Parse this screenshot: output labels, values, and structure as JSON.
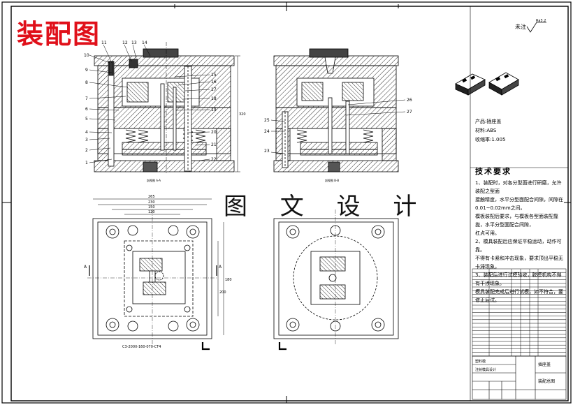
{
  "sheet_title": "装配图",
  "center_title": "图 文 设 计",
  "finish_label": "未注",
  "finish_value": "Ra3.2",
  "product": {
    "name_label": "产品:",
    "name_value": "插座盖",
    "material_label": "材料:",
    "material_value": "ABS",
    "shrink_label": "收缩率:",
    "shrink_value": "1.005"
  },
  "requirements": {
    "heading": "技术要求",
    "lines": [
      "1、装配时，对各分型面进行研磨，允许装配之型面",
      "接触精度，水平分型面配合间隙，间隙在",
      "0.01~0.02mm之间。",
      "模板装配后要求，与模板各型面装配靠拢，水平分型面配合间隙，",
      "杠点可用。",
      "2、模具装配后应保证平稳运动，动作可靠。",
      "不得有卡紧和冲击现象，要求顶出平稳无卡滞现象。",
      "3、装配后进行试模验收，脱模机构不得有干涉现象。",
      "模具装配完成后进行试模，如不符合，要修正后试。"
    ]
  },
  "section_labels": {
    "left": "剖视图 A-A",
    "right": "剖视图 B-B",
    "bottom_left": "C3-200X-160-070-CT4",
    "arrow_a": "A"
  },
  "dimensions": {
    "d1": "265",
    "d2": "230",
    "d3": "150",
    "d4": "120",
    "dv1": "180",
    "dv2": "200",
    "dv3": "320"
  },
  "callouts_left": [
    "1",
    "2",
    "3",
    "4",
    "5",
    "6",
    "7",
    "8",
    "9",
    "10",
    "11",
    "12",
    "13",
    "14",
    "15",
    "16",
    "17",
    "18",
    "19",
    "20",
    "21",
    "22"
  ],
  "callouts_right": [
    "23",
    "24",
    "25",
    "26",
    "27"
  ],
  "title_block": {
    "row1": "塑料模",
    "row2": "注射模具设计",
    "right_top": "插座盖",
    "right_bottom": "装配总图"
  }
}
